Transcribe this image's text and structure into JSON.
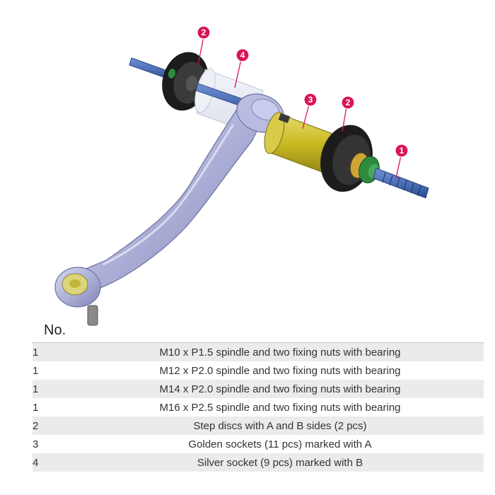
{
  "illustration": {
    "callouts": [
      "2",
      "4",
      "3",
      "2",
      "1"
    ]
  },
  "table": {
    "heading": "No.",
    "rows": [
      {
        "no": "1",
        "description": "M10 x P1.5 spindle and two fixing nuts with bearing"
      },
      {
        "no": "1",
        "description": "M12 x P2.0 spindle and two fixing nuts with bearing"
      },
      {
        "no": "1",
        "description": "M14 x P2.0 spindle and two fixing nuts with bearing"
      },
      {
        "no": "1",
        "description": "M16 x P2.5 spindle and two fixing nuts with bearing"
      },
      {
        "no": "2",
        "description": "Step discs with A and B sides (2 pcs)"
      },
      {
        "no": "3",
        "description": "Golden sockets (11 pcs) marked with A"
      },
      {
        "no": "4",
        "description": "Silver socket (9 pcs) marked with B"
      }
    ]
  },
  "colors": {
    "callout": "#d8145a",
    "table_stripe": "#ebebeb",
    "spindle": "#3f67b5",
    "golden_socket": "#c9b923",
    "silver_arm": "#aeb1d8"
  }
}
